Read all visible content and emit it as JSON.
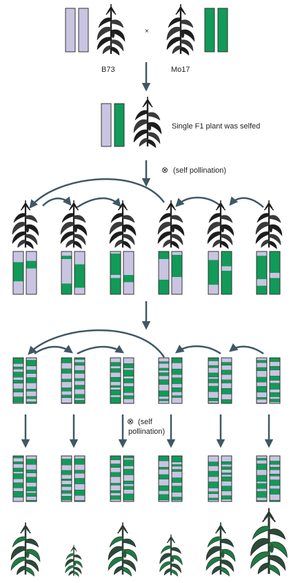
{
  "labels": {
    "parent_left": "B73",
    "parent_right": "Mo17",
    "cross": "×",
    "f1_caption": "Single F1 plant was selfed",
    "self_symbol": "⊗",
    "self_text_1": "(self pollination)",
    "self_text_2_line1": "(self",
    "self_text_2_line2": "pollination)"
  },
  "colors": {
    "b73": "#c9c4e2",
    "mo17": "#119a58",
    "outline": "#333333",
    "arrow": "#3f5865",
    "plant_dark": "#1d1d1d",
    "plant_green": "#1f7a45",
    "leaf_dark": "#2c4a3a"
  },
  "icons": [
    "maize-plant-icon",
    "chromosome-icon",
    "arrow-icon"
  ],
  "rows": {
    "gen1_patterns": [
      [
        [
          "B",
          0,
          0.25
        ],
        [
          "G",
          0.25,
          0.7
        ],
        [
          "B",
          0.7,
          1
        ]
      ],
      [
        [
          "B",
          0,
          0.22
        ],
        [
          "G",
          0.22,
          0.4
        ],
        [
          "B",
          0.4,
          1
        ]
      ],
      [
        [
          "B",
          0,
          0.1
        ],
        [
          "G",
          0.1,
          0.18
        ],
        [
          "B",
          0.18,
          0.75
        ],
        [
          "G",
          0.75,
          1
        ]
      ],
      [
        [
          "B",
          0,
          0.3
        ],
        [
          "G",
          0.3,
          0.85
        ],
        [
          "B",
          0.85,
          1
        ]
      ],
      [
        [
          "B",
          0,
          0.05
        ],
        [
          "G",
          0.05,
          0.55
        ],
        [
          "B",
          0.55,
          0.62
        ],
        [
          "G",
          0.62,
          1
        ]
      ],
      [
        [
          "B",
          0,
          0.55
        ],
        [
          "G",
          0.55,
          0.72
        ],
        [
          "B",
          0.72,
          1
        ]
      ],
      [
        [
          "G",
          0,
          0.18
        ],
        [
          "B",
          0.18,
          0.66
        ],
        [
          "G",
          0.66,
          1
        ]
      ],
      [
        [
          "B",
          0,
          0.08
        ],
        [
          "G",
          0.08,
          0.6
        ],
        [
          "B",
          0.6,
          1
        ]
      ],
      [
        [
          "B",
          0,
          0.2
        ],
        [
          "G",
          0.2,
          0.78
        ],
        [
          "B",
          0.78,
          1
        ]
      ],
      [
        [
          "G",
          0,
          0.35
        ],
        [
          "B",
          0.35,
          0.45
        ],
        [
          "G",
          0.45,
          1
        ]
      ],
      [
        [
          "B",
          0,
          0.1
        ],
        [
          "G",
          0.1,
          0.65
        ],
        [
          "B",
          0.65,
          0.8
        ],
        [
          "G",
          0.8,
          1
        ]
      ],
      [
        [
          "G",
          0,
          0.5
        ],
        [
          "B",
          0.5,
          0.62
        ],
        [
          "G",
          0.62,
          1
        ]
      ]
    ]
  }
}
